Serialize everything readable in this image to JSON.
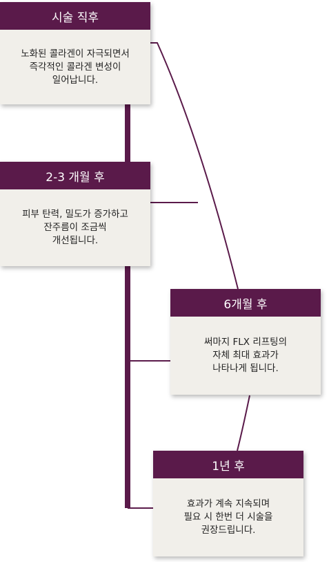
{
  "colors": {
    "header": "#5a1a4a",
    "card": "#f1efea",
    "line": "#5a1a4a",
    "text": "#222222"
  },
  "stages": [
    {
      "title": "시술 직후",
      "lines": [
        "노화된 콜라겐이 자극되면서",
        "즉각적인 콜라겐 변성이",
        "일어납니다."
      ]
    },
    {
      "title": "2-3 개월 후",
      "lines": [
        "피부 탄력, 밀도가 증가하고",
        "잔주름이 조금씩",
        "개선됩니다."
      ]
    },
    {
      "title": "6개월 후",
      "lines": [
        "써마지 FLX 리프팅의",
        "자체 최대 효과가",
        "나타나게 됩니다."
      ]
    },
    {
      "title": "1년 후",
      "lines": [
        "효과가 계속 지속되며",
        "필요 시 한번 더 시술을",
        "권장드립니다."
      ]
    }
  ]
}
